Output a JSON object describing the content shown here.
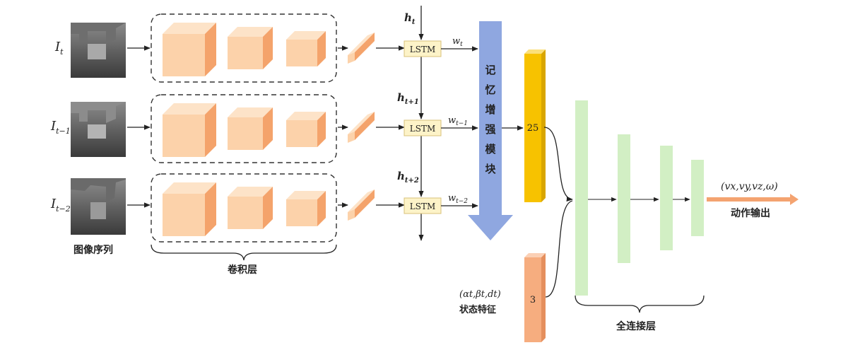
{
  "inputs": [
    {
      "label": "I",
      "sub": "t"
    },
    {
      "label": "I",
      "sub": "t−1"
    },
    {
      "label": "I",
      "sub": "t−2"
    }
  ],
  "image_sequence_label": "图像序列",
  "conv_layer_label": "卷积层",
  "lstm_label": "LSTM",
  "hidden_states": [
    {
      "label": "h",
      "sub": "t"
    },
    {
      "label": "h",
      "sub": "t+1"
    },
    {
      "label": "h",
      "sub": "t+2"
    }
  ],
  "weights": [
    {
      "label": "w",
      "sub": "t"
    },
    {
      "label": "w",
      "sub": "t−1"
    },
    {
      "label": "w",
      "sub": "t−2"
    }
  ],
  "memory_module_label": [
    "记",
    "忆",
    "增",
    "强",
    "模",
    "块"
  ],
  "feature_vector_size": "25",
  "state_vector_size": "3",
  "state_feature_formula": "(αt,βt,dt)",
  "state_feature_label": "状态特征",
  "fc_layer_label": "全连接层",
  "action_output_formula": "(vx,vy,vz,ω)",
  "action_output_label": "动作输出",
  "colors": {
    "cube_front": "#fcd2aa",
    "cube_top": "#fde3c8",
    "cube_side": "#f4a36b",
    "memory_arrow": "#8fa7e0",
    "feature_bar": "#f7c200",
    "state_bar": "#f6ad7f",
    "fc_layer": "#d2efc4",
    "output_arrow": "#f4a370"
  }
}
